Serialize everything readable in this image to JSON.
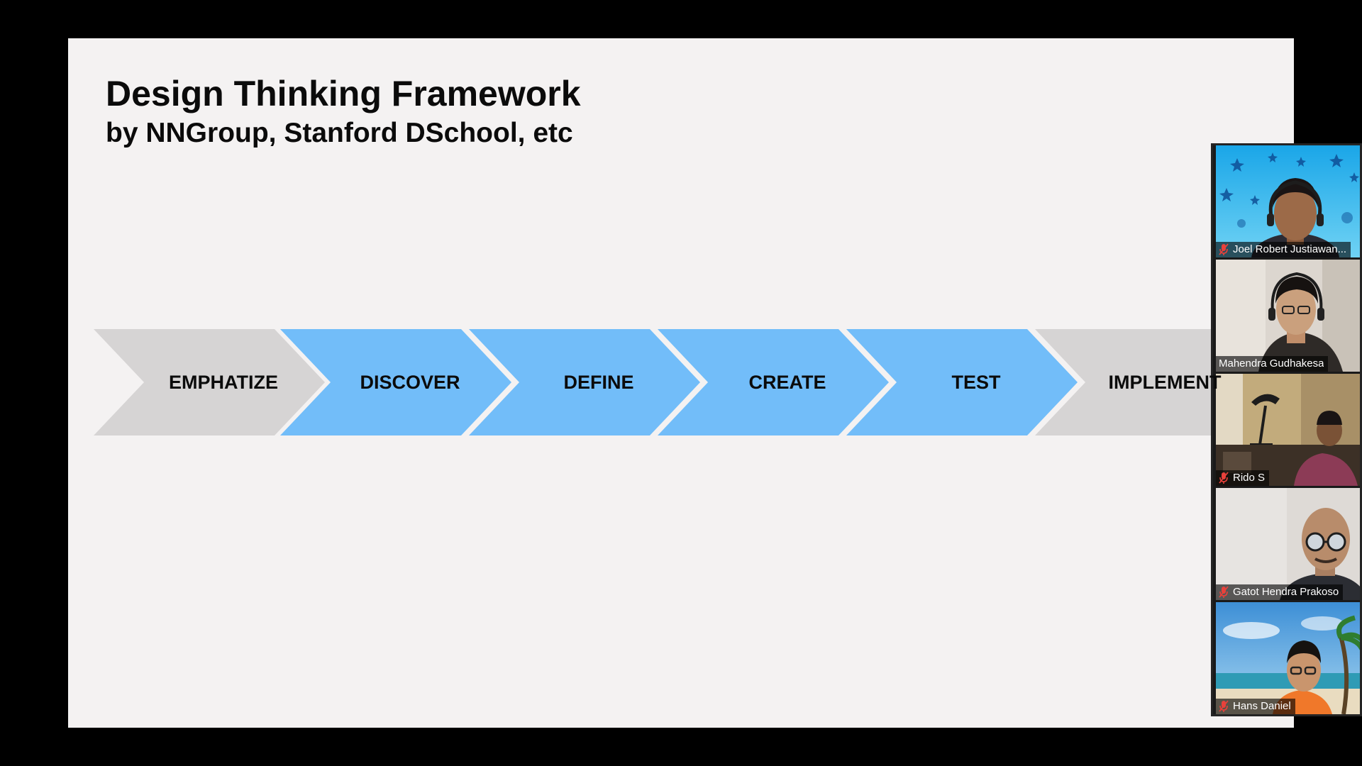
{
  "slide": {
    "title": "Design Thinking Framework",
    "subtitle": "by NNGroup, Stanford DSchool, etc",
    "background": "#f4f2f2"
  },
  "process": {
    "steps": [
      {
        "label": "EMPHATIZE",
        "color": "#d6d4d4"
      },
      {
        "label": "DISCOVER",
        "color": "#72bdf9"
      },
      {
        "label": "DEFINE",
        "color": "#72bdf9"
      },
      {
        "label": "CREATE",
        "color": "#72bdf9"
      },
      {
        "label": "TEST",
        "color": "#72bdf9"
      },
      {
        "label": "IMPLEMENT",
        "color": "#d6d4d4"
      }
    ]
  },
  "participants": [
    {
      "name": "Joel Robert Justiawan...",
      "muted": true,
      "icon": "mic-muted-icon"
    },
    {
      "name": "Mahendra Gudhakesa",
      "muted": false,
      "icon": ""
    },
    {
      "name": "Rido S",
      "muted": true,
      "icon": "mic-muted-icon"
    },
    {
      "name": "Gatot Hendra Prakoso",
      "muted": true,
      "icon": "mic-muted-icon"
    },
    {
      "name": "Hans Daniel",
      "muted": true,
      "icon": "mic-muted-icon"
    }
  ],
  "colors": {
    "accent_blue": "#72bdf9",
    "inactive_grey": "#d6d4d4",
    "muted_red": "#e8413b"
  }
}
